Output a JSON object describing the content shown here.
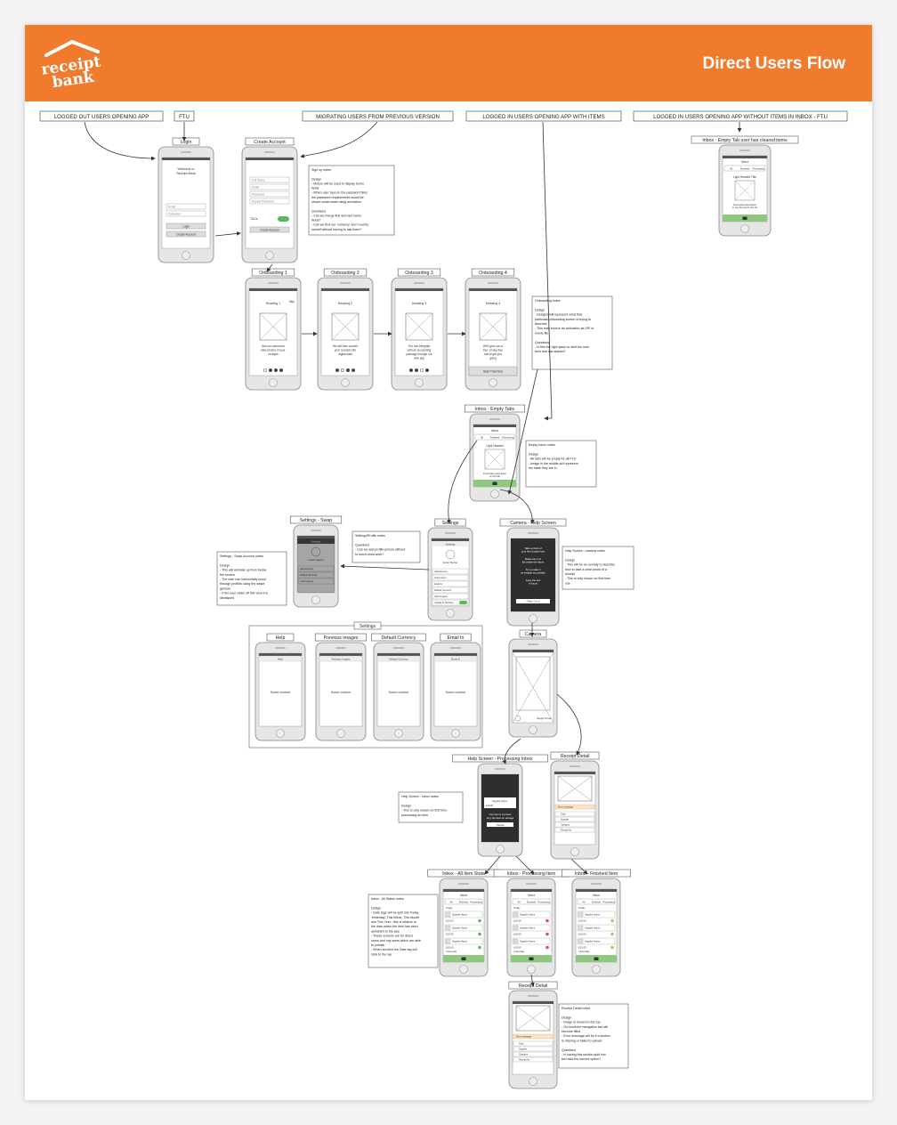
{
  "header": {
    "logo_text": "receipt bank",
    "title": "Direct Users Flow",
    "accent_color": "#f07b2d"
  },
  "entry_labels": [
    "LOGGED OUT USERS OPENING APP",
    "FTU",
    "MIGRATING USERS FROM PREVIOUS VERSION",
    "LOGGED IN USERS OPENING APP WITH ITEMS",
    "LOGGED IN USERS OPENING APP WITHOUT ITEMS IN INBOX - FTU"
  ],
  "screens": [
    {
      "title": "Login",
      "lines": [
        "Welcome to",
        "Receipt Bank",
        "Email",
        "Password",
        "Login",
        "Create Account"
      ]
    },
    {
      "title": "Create Account",
      "lines": [
        "Full Name",
        "Email",
        "Password",
        "Repeat Password",
        "T&Cs",
        "Create Account"
      ]
    },
    {
      "title": "Inbox - Empty Tab user has cleared items",
      "lines": [
        "Inbox",
        "All",
        "Finished",
        "Processing",
        "Light Hearted Title",
        "Informative description to say this report has cleared all of their items"
      ]
    },
    {
      "title": "Onboarding 1",
      "lines": [
        "Heading 1",
        "Skip",
        "Use our camera to take photos of your receipts"
      ]
    },
    {
      "title": "Onboarding 2",
      "lines": [
        "Heading 2",
        "We will then convert your receipts into digital data"
      ]
    },
    {
      "title": "Onboarding 3",
      "lines": [
        "Heading 3",
        "You can integrate with an accounting package through our web app"
      ]
    },
    {
      "title": "Onboarding 4",
      "lines": [
        "Heading 4",
        "We'll give you a free 14 day free trial to get you going",
        "Start Trial Now"
      ]
    },
    {
      "title": "Inbox - Empty Tabs",
      "lines": [
        "Inbox",
        "All",
        "Finished",
        "Processing",
        "Light Hearted",
        "Informative description on this tab"
      ]
    },
    {
      "title": "Settings - Swap",
      "lines": [
        "Settings",
        "Lorem Ipsum",
        "Add Account",
        "Default Currency",
        "Lorem Ipsum"
      ]
    },
    {
      "title": "Settings",
      "lines": [
        "Settings",
        "Enter Name",
        "myemailaddress@mydomain.com",
        "Add Account",
        "Invite Users",
        "Email In",
        "Default Currency",
        "Help Images",
        "Upload to Dropbox"
      ]
    },
    {
      "title": "Camera - Help Screen",
      "lines": [
        "Take a photo of your first receipt here",
        "Make sure it is flat inside the frame",
        "Try to make it as straight as possible",
        "Keep the text in focus",
        "Okay, Got It"
      ]
    },
    {
      "title": "Help",
      "lines": [
        "Help",
        "Some content"
      ]
    },
    {
      "title": "Previous Images",
      "lines": [
        "Previous Images",
        "Some content"
      ]
    },
    {
      "title": "Default Currency",
      "lines": [
        "Default Currency",
        "Some content"
      ]
    },
    {
      "title": "Email In",
      "lines": [
        "Email In",
        "Some content"
      ]
    },
    {
      "title": "Camera",
      "lines": [
        "Single Photo"
      ]
    },
    {
      "title": "Help Screen - Processing Inbox",
      "lines": [
        "Supplier Name",
        "£10.00",
        "Your item is in processing, the inbox on average",
        "Thanks"
      ]
    },
    {
      "title": "Receipt Detail",
      "lines": [
        "Error message",
        "Total",
        "Supplier",
        "Category",
        "Receipt for"
      ]
    },
    {
      "title": "Inbox - All Item State",
      "lines": [
        "Inbox",
        "All",
        "Finished",
        "Processing",
        "Today",
        "Supplier Name",
        "£10.00",
        "Yesterday"
      ]
    },
    {
      "title": "Inbox - Processing Item",
      "lines": [
        "Inbox",
        "All",
        "Finished",
        "Processing",
        "Today",
        "Supplier Name",
        "£10.00",
        "Yesterday"
      ]
    },
    {
      "title": "Inbox - Finished Item",
      "lines": [
        "Inbox",
        "All",
        "Finished",
        "Processing",
        "Today",
        "Supplier Name",
        "£10.00",
        "Yesterday"
      ]
    },
    {
      "title": "Receipt Detail",
      "lines": [
        "Error message",
        "Total",
        "Supplier",
        "Category",
        "Receipt for"
      ]
    }
  ],
  "settings_group_label": "Settings",
  "notes": [
    {
      "lines": [
        "Sign up notes",
        "",
        "Design",
        "- Motion will be used to display terms",
        "fields",
        "- When user taps on the password field,",
        "the password requirements would be",
        "shown underneath using animation",
        "",
        "Questions",
        "- Can we merge first and last name",
        "fields?",
        "- Can we find our 'currency' and 'country'",
        "ourself without having to ask them?"
      ]
    },
    {
      "lines": [
        "Onboarding notes",
        "",
        "Design",
        "- Designs will represent what that",
        "particular onboarding screen is trying to",
        "describe",
        "- This may involve an animation as GIF or",
        "movie file",
        "",
        "Questions",
        "- Is this the right place to alert the user",
        "their trial has started?"
      ]
    },
    {
      "lines": [
        "Empty Inbox notes",
        "",
        "Design",
        "- All tabs will be empty for all FTU",
        "- Image in the middle will represent",
        "the state they are in"
      ]
    },
    {
      "lines": [
        "Settings/Profile notes",
        "",
        "Questions",
        "- Can we add profile picture without",
        "to much extra work?"
      ]
    },
    {
      "lines": [
        "Settings - Swap Account notes",
        "",
        "Design",
        "- This will animate up from below",
        "the screen",
        "- The user can horizontally scroll",
        "through profiles using the swipe",
        "gesture",
        "- If the user clicks off this view it is",
        "dismissed"
      ]
    },
    {
      "lines": [
        "Help Screen - camera notes",
        "",
        "Design",
        "- This will be an overlay to describe",
        "how to take a clear photo of a",
        "receipt",
        "- This is only shown on first time",
        "use"
      ]
    },
    {
      "lines": [
        "Help Screen - Inbox notes",
        "",
        "Design",
        "- This is only shown on first time",
        "processing an item"
      ]
    },
    {
      "lines": [
        "Inbox - All States notes",
        "",
        "Design",
        "- Date tags will be split into Today,",
        "Yesterday, This Week, This Month",
        "and This Year - this is relative to",
        "the date which the item has been",
        "uploaded to the app",
        "- These screens are for direct",
        "users and org users which are able",
        "to publish",
        "- When scrolled the Date tag will",
        "stick to the top"
      ]
    },
    {
      "lines": [
        "Receipt Detail notes",
        "",
        "Design",
        "- Image is moved to the top",
        "- On scroll the navigation bar will",
        "become filled",
        "- Error message will be if a section",
        "is missing or failed to upload",
        "",
        "Questions",
        "- Is having this section split into",
        "two tabs the correct option?"
      ]
    }
  ]
}
